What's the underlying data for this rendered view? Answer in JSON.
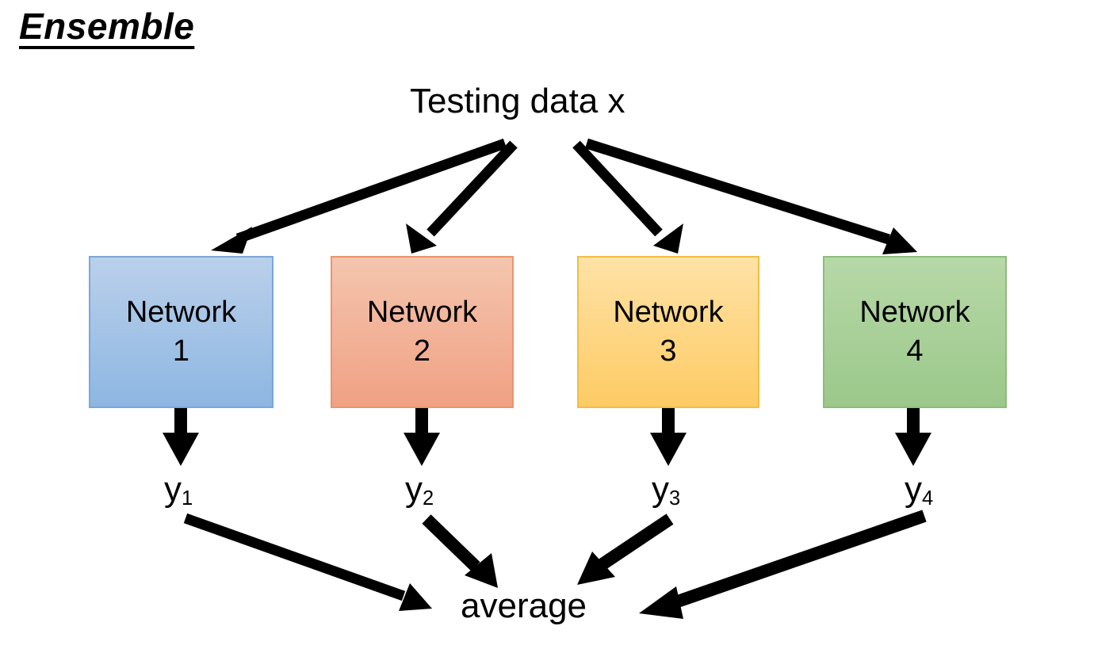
{
  "slide": {
    "title": "Ensemble",
    "background_color": "#ffffff",
    "ink_color": "#000000"
  },
  "diagram": {
    "type": "flow-diagram",
    "input_label": "Testing data x",
    "output_label": "average",
    "nodes": [
      {
        "id": "network-1",
        "line1": "Network",
        "line2": "1",
        "fill_top": "#bad0ea",
        "fill_bottom": "#8db6e2",
        "border_color": "#7ba7d7",
        "output_label": "y",
        "output_subscript": "1"
      },
      {
        "id": "network-2",
        "line1": "Network",
        "line2": "2",
        "fill_top": "#f4c5ae",
        "fill_bottom": "#f0a183",
        "border_color": "#e9956f",
        "output_label": "y",
        "output_subscript": "2"
      },
      {
        "id": "network-3",
        "line1": "Network",
        "line2": "3",
        "fill_top": "#ffe2a6",
        "fill_bottom": "#fdcb64",
        "border_color": "#f2bd45",
        "output_label": "y",
        "output_subscript": "3"
      },
      {
        "id": "network-4",
        "line1": "Network",
        "line2": "4",
        "fill_top": "#b7d8a7",
        "fill_bottom": "#9bc88a",
        "border_color": "#8dbc7b",
        "output_label": "y",
        "output_subscript": "4"
      }
    ],
    "edges": [
      {
        "name": "input-to-network-1",
        "from": "Testing data x",
        "to": "Network 1"
      },
      {
        "name": "input-to-network-2",
        "from": "Testing data x",
        "to": "Network 2"
      },
      {
        "name": "input-to-network-3",
        "from": "Testing data x",
        "to": "Network 3"
      },
      {
        "name": "input-to-network-4",
        "from": "Testing data x",
        "to": "Network 4"
      },
      {
        "name": "network-1-to-y1",
        "from": "Network 1",
        "to": "y1"
      },
      {
        "name": "network-2-to-y2",
        "from": "Network 2",
        "to": "y2"
      },
      {
        "name": "network-3-to-y3",
        "from": "Network 3",
        "to": "y3"
      },
      {
        "name": "network-4-to-y4",
        "from": "Network 4",
        "to": "y4"
      },
      {
        "name": "y1-to-average",
        "from": "y1",
        "to": "average"
      },
      {
        "name": "y2-to-average",
        "from": "y2",
        "to": "average"
      },
      {
        "name": "y3-to-average",
        "from": "y3",
        "to": "average"
      },
      {
        "name": "y4-to-average",
        "from": "y4",
        "to": "average"
      }
    ]
  }
}
